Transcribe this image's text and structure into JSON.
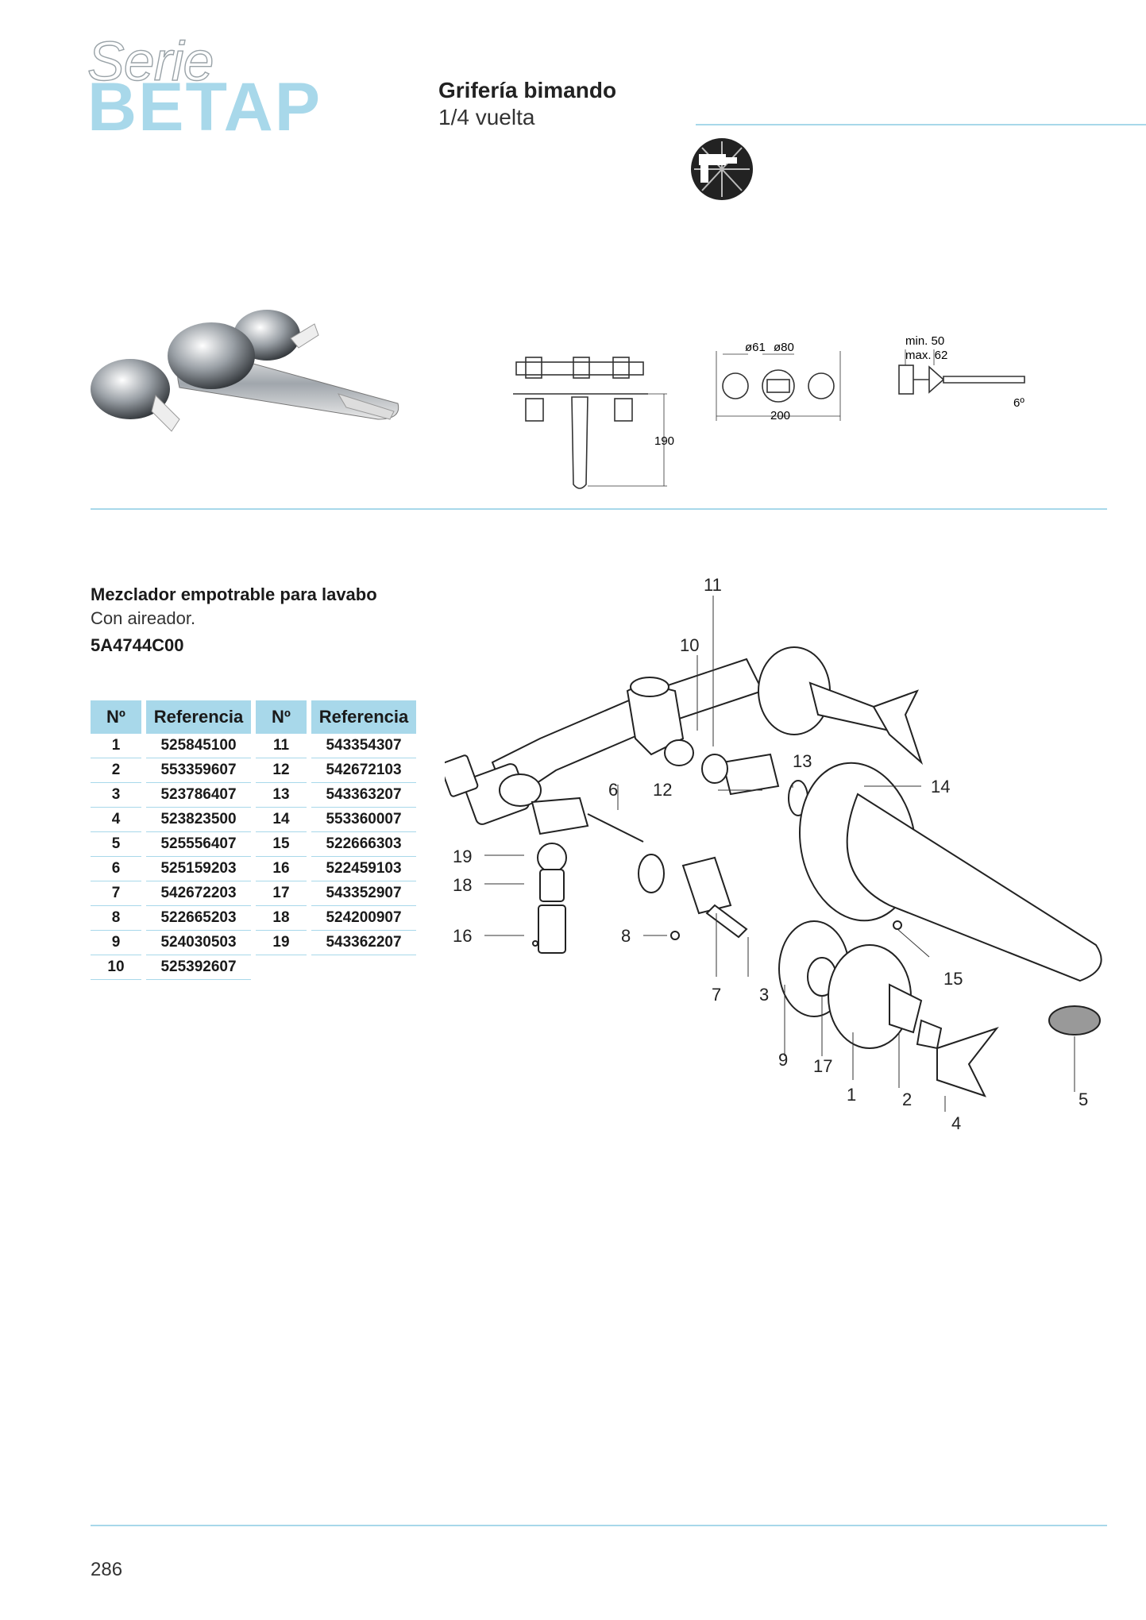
{
  "brand": {
    "serie": "Serie",
    "betap": "BETAP"
  },
  "header": {
    "title": "Grifería bimando",
    "subtitle": "1/4 vuelta"
  },
  "dimensions": {
    "d61": "ø61",
    "d80": "ø80",
    "w200": "200",
    "h190": "190",
    "min": "min. 50",
    "max": "max. 62",
    "angle": "6º"
  },
  "product": {
    "title": "Mezclador empotrable para lavabo",
    "subtitle": "Con aireador.",
    "code": "5A4744C00"
  },
  "table": {
    "headers": [
      "Nº",
      "Referencia",
      "Nº",
      "Referencia"
    ],
    "rows": [
      [
        "1",
        "525845100",
        "11",
        "543354307"
      ],
      [
        "2",
        "553359607",
        "12",
        "542672103"
      ],
      [
        "3",
        "523786407",
        "13",
        "543363207"
      ],
      [
        "4",
        "523823500",
        "14",
        "553360007"
      ],
      [
        "5",
        "525556407",
        "15",
        "522666303"
      ],
      [
        "6",
        "525159203",
        "16",
        "522459103"
      ],
      [
        "7",
        "542672203",
        "17",
        "543352907"
      ],
      [
        "8",
        "522665203",
        "18",
        "524200907"
      ],
      [
        "9",
        "524030503",
        "19",
        "543362207"
      ],
      [
        "10",
        "525392607",
        "",
        ""
      ]
    ]
  },
  "parts": [
    "1",
    "2",
    "3",
    "4",
    "5",
    "6",
    "7",
    "8",
    "9",
    "10",
    "11",
    "12",
    "13",
    "14",
    "15",
    "16",
    "17",
    "18",
    "19"
  ],
  "page_number": "286",
  "colors": {
    "accent": "#a8d8ea"
  }
}
